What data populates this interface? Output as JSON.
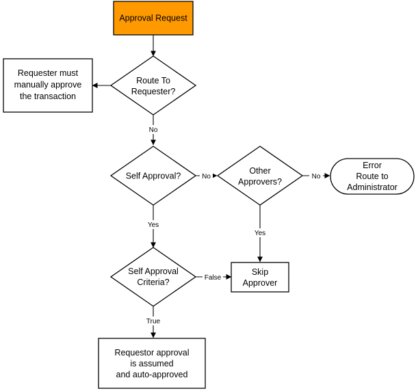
{
  "colors": {
    "start_fill": "#FF9900",
    "node_fill": "#FFFFFF",
    "stroke": "#000000",
    "label_bg": "#FFFFFF"
  },
  "nodes": {
    "approval_request": {
      "shape": "rectangle",
      "lines": [
        "Approval Request"
      ]
    },
    "route_to_requester": {
      "shape": "diamond",
      "lines": [
        "Route To",
        "Requester?"
      ]
    },
    "manual_approve": {
      "shape": "rectangle",
      "lines": [
        "Requester must",
        "manually approve",
        "the transaction"
      ]
    },
    "self_approval": {
      "shape": "diamond",
      "lines": [
        "Self Approval?"
      ]
    },
    "other_approvers": {
      "shape": "diamond",
      "lines": [
        "Other",
        "Approvers?"
      ]
    },
    "error_route": {
      "shape": "terminator",
      "lines": [
        "Error",
        "Route to",
        "Administrator"
      ]
    },
    "self_approval_criteria": {
      "shape": "diamond",
      "lines": [
        "Self Approval",
        "Criteria?"
      ]
    },
    "skip_approver": {
      "shape": "rectangle",
      "lines": [
        "Skip",
        "Approver"
      ]
    },
    "auto_approved": {
      "shape": "rectangle",
      "lines": [
        "Requestor approval",
        "is assumed",
        "and auto-approved"
      ]
    }
  },
  "edges": {
    "request_to_route": {
      "from": "Approval Request",
      "to": "Route To Requester?",
      "label": ""
    },
    "route_yes": {
      "from": "Route To Requester?",
      "to": "Requester must manually approve the transaction",
      "label": ""
    },
    "route_no": {
      "from": "Route To Requester?",
      "to": "Self Approval?",
      "label": "No"
    },
    "self_no": {
      "from": "Self Approval?",
      "to": "Other Approvers?",
      "label": "No"
    },
    "other_no": {
      "from": "Other Approvers?",
      "to": "Error Route to Administrator",
      "label": "No"
    },
    "other_yes": {
      "from": "Other Approvers?",
      "to": "Skip Approver",
      "label": "Yes"
    },
    "self_yes": {
      "from": "Self Approval?",
      "to": "Self Approval Criteria?",
      "label": "Yes"
    },
    "criteria_false": {
      "from": "Self Approval Criteria?",
      "to": "Skip Approver",
      "label": "False"
    },
    "criteria_true": {
      "from": "Self Approval Criteria?",
      "to": "Requestor approval is assumed and auto-approved",
      "label": "True"
    }
  }
}
